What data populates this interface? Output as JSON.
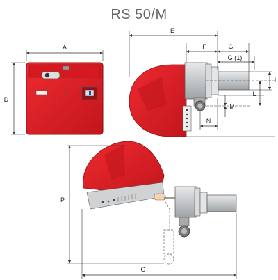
{
  "title": "RS 50/M",
  "dimensions": {
    "a": "A",
    "d": "D",
    "e": "E",
    "f": "F",
    "g": "G",
    "g1": "G (1)",
    "i": "I",
    "l": "L",
    "m": "M",
    "n": "N",
    "o": "O",
    "p": "P"
  },
  "colors": {
    "burner_red": "#e31e24",
    "burner_dark_red": "#b8151a",
    "metal_grey": "#c9ccce",
    "line": "#333333"
  }
}
